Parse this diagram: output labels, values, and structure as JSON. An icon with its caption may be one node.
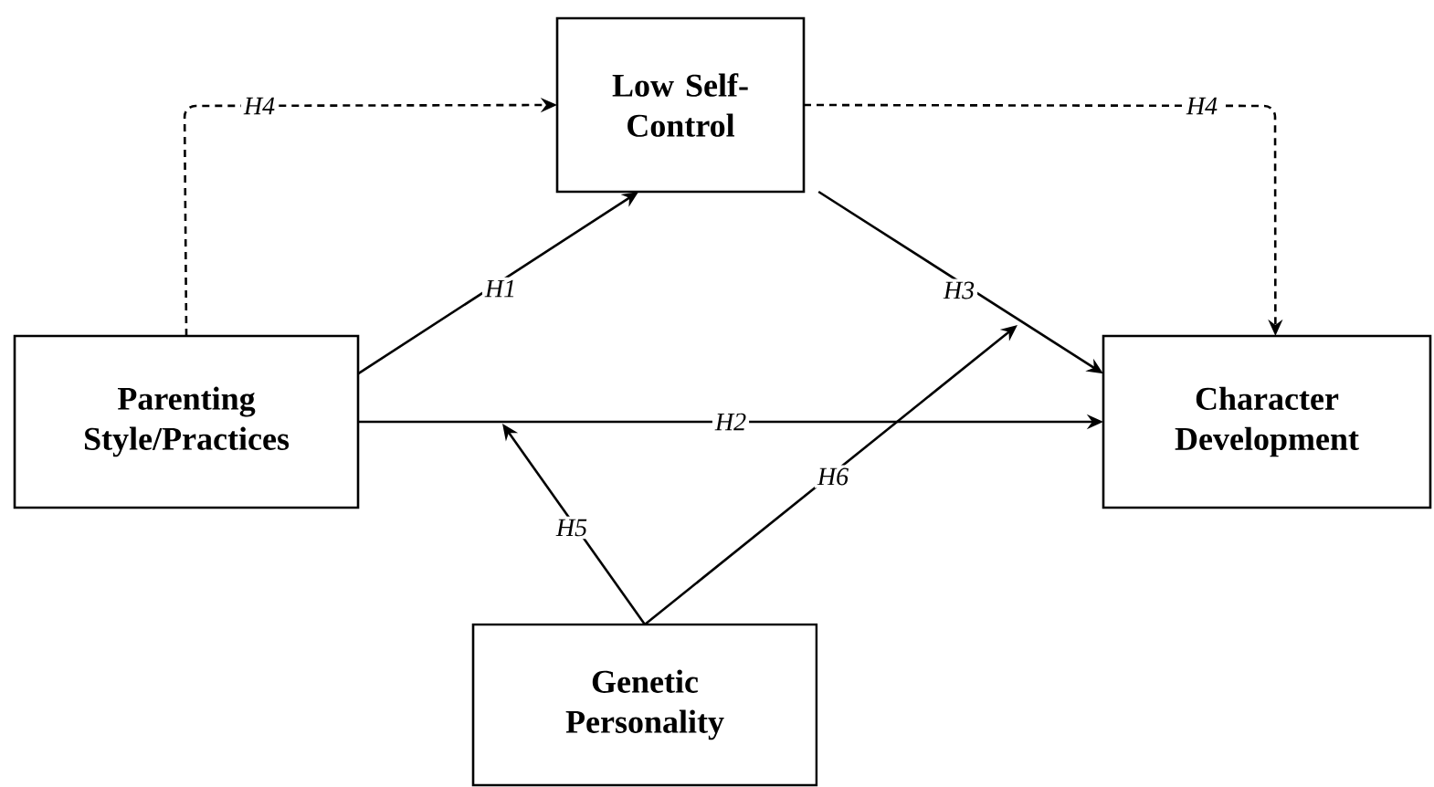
{
  "diagram": {
    "nodes": [
      {
        "text": [
          "Parenting Style/Practices"
        ]
      },
      {
        "text": [
          "Low Self-Control"
        ]
      },
      {
        "text": [
          "Character Development"
        ]
      },
      {
        "text": [
          "Genetic Personality"
        ]
      }
    ],
    "edges": [
      {
        "from": 0,
        "to": 1,
        "arrow": "to",
        "label": "H1"
      },
      {
        "from": 0,
        "to": 2,
        "arrow": "to",
        "label": "H2"
      },
      {
        "from": 1,
        "to": 2,
        "arrow": "to",
        "label": "H3"
      },
      {
        "from": 0,
        "to": 1,
        "arrow": "to",
        "label": "H4",
        "style": "dashed"
      },
      {
        "from": 1,
        "to": 2,
        "arrow": "to",
        "label": "H4",
        "style": "dashed"
      },
      {
        "from": 3,
        "to": null,
        "arrow": "to",
        "label": "H5"
      },
      {
        "from": 3,
        "to": null,
        "arrow": "to",
        "label": "H6"
      }
    ]
  }
}
